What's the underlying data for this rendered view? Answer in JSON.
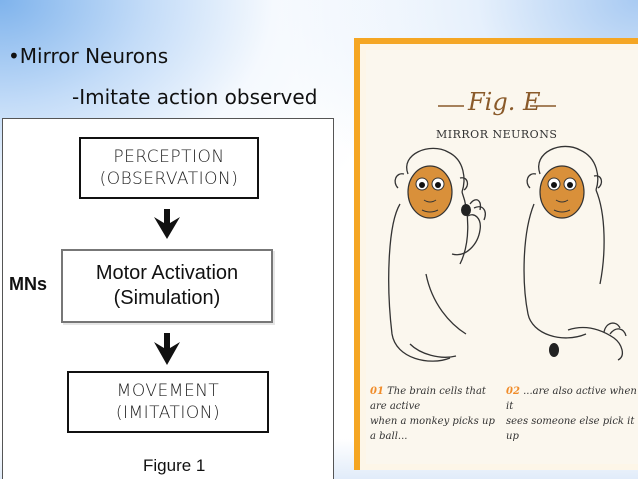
{
  "slide": {
    "bullet": "•Mirror Neurons",
    "sub": "-Imitate action observed"
  },
  "figure1": {
    "box1": [
      "PERCEPTION",
      "(OBSERVATION)"
    ],
    "box2": [
      "Motor Activation",
      "(Simulation)"
    ],
    "box3": [
      "MOVEMENT",
      "(IMITATION)"
    ],
    "side_label": "MNs",
    "caption": "Figure 1"
  },
  "figE": {
    "title": "Fig. E",
    "subtitle": "MIRROR NEURONS",
    "caption1_num": "01",
    "caption1_line1": "The brain cells that are active",
    "caption1_line2": "when a monkey picks up a ball...",
    "caption2_num": "02",
    "caption2_line1": "...are also active when it",
    "caption2_line2": "sees someone else pick it up"
  },
  "colors": {
    "accent_orange": "#f5a623",
    "monkey_face": "#d9903a"
  }
}
